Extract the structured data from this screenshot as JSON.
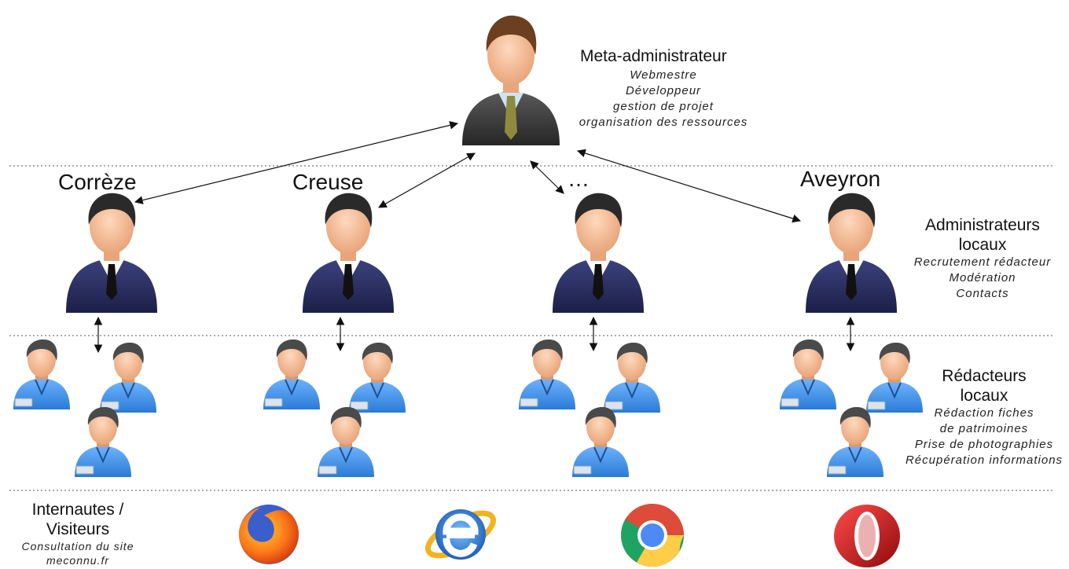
{
  "meta_admin": {
    "title": "Meta-administrateur",
    "tasks": [
      "Webmestre",
      "Développeur",
      "gestion de projet",
      "organisation des ressources"
    ]
  },
  "departments": [
    "Corrèze",
    "Creuse",
    "…",
    "Aveyron"
  ],
  "local_admins": {
    "title_line1": "Administrateurs",
    "title_line2": "locaux",
    "tasks": [
      "Recrutement rédacteur",
      "Modération",
      "Contacts"
    ]
  },
  "local_editors": {
    "title_line1": "Rédacteurs",
    "title_line2": "locaux",
    "tasks": [
      "Rédaction fiches",
      "de patrimoines",
      "Prise de photographies",
      "Récupération informations"
    ]
  },
  "visitors": {
    "title_line1": "Internautes /",
    "title_line2": "Visiteurs",
    "tasks": [
      "Consultation du site",
      "meconnu.fr"
    ]
  },
  "browsers": [
    "firefox-icon",
    "internet-explorer-icon",
    "chrome-icon",
    "opera-icon"
  ],
  "colors": {
    "admin_suit": "#2b2f63",
    "editor_shirt": "#3f8fe0",
    "skin": "#f2b98f",
    "hair": "#2a2a2a",
    "meta_suit": "#3d3d3d",
    "divider": "#555555"
  }
}
